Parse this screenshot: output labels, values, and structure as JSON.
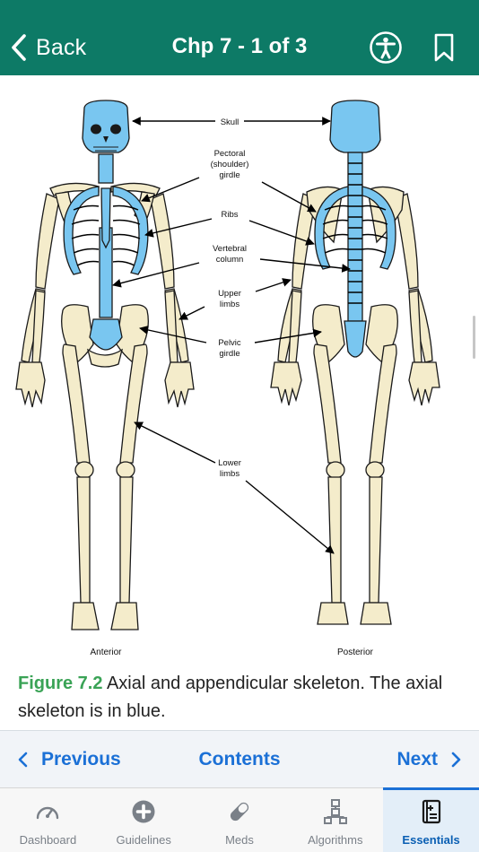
{
  "header": {
    "back_label": "Back",
    "title": "Chp 7 - 1 of 3",
    "background": "#0d7a66"
  },
  "figure": {
    "labels": {
      "skull": "Skull",
      "pectoral_1": "Pectoral",
      "pectoral_2": "(shoulder)",
      "pectoral_3": "girdle",
      "ribs": "Ribs",
      "vertebral_1": "Vertebral",
      "vertebral_2": "column",
      "upper_1": "Upper",
      "upper_2": "limbs",
      "pelvic_1": "Pelvic",
      "pelvic_2": "girdle",
      "lower_1": "Lower",
      "lower_2": "limbs",
      "anterior": "Anterior",
      "posterior": "Posterior"
    },
    "axial_color": "#79c6f0",
    "appendicular_color": "#f4eccb"
  },
  "caption": {
    "figure_number": "Figure 7.2",
    "text": " Axial and appendicular skeleton. The axial skeleton is in blue."
  },
  "pager": {
    "previous": "Previous",
    "contents": "Contents",
    "next": "Next"
  },
  "tabs": [
    {
      "label": "Dashboard",
      "icon": "gauge-icon"
    },
    {
      "label": "Guidelines",
      "icon": "plus-circle-icon"
    },
    {
      "label": "Meds",
      "icon": "pill-icon"
    },
    {
      "label": "Algorithms",
      "icon": "flowchart-icon"
    },
    {
      "label": "Essentials",
      "icon": "notebook-icon",
      "active": true
    }
  ]
}
